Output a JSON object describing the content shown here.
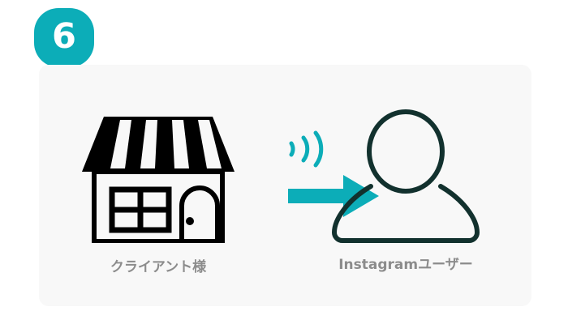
{
  "step": {
    "number": "6",
    "badge_color": "#0CADB8",
    "badge_text_color": "#ffffff"
  },
  "panel": {
    "background_color": "#F8F8F8"
  },
  "diagram": {
    "type": "flow",
    "accent_color": "#0CADB8",
    "icon_outline_color": "#12312E",
    "icon_fill_color": "#000000",
    "caption_color": "#8C8C8C",
    "nodes": [
      {
        "id": "client",
        "icon": "storefront-icon",
        "label": "クライアント様"
      },
      {
        "id": "instagram-user",
        "icon": "person-icon",
        "label": "Instagramユーザー"
      }
    ],
    "connector": {
      "signal_icon": "signal-waves-icon",
      "arrow_icon": "arrow-right-icon",
      "direction": "left-to-right",
      "from": "client",
      "to": "instagram-user"
    }
  }
}
